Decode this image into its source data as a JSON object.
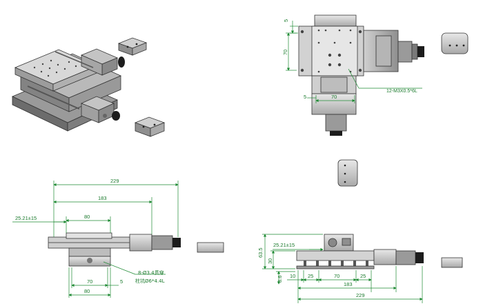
{
  "top_view": {
    "dim_left_5": "5",
    "dim_left_70": "70",
    "dim_bottom_5": "5",
    "dim_bottom_70": "70",
    "callout": "12-M3X0.5*6L"
  },
  "front_view": {
    "dim_229": "229",
    "dim_183": "183",
    "dim_80_top": "80",
    "dim_offset": "25.21±15",
    "dim_70": "70",
    "dim_5": "5",
    "dim_80_bottom": "80",
    "note_line1": "8-Ø3.4贯穿",
    "note_line2": "柱坑Ø6*4.4L"
  },
  "side_view": {
    "dim_offset": "25.21±15",
    "dim_63_5": "63.5",
    "dim_30": "30",
    "dim_8_6": "8.6",
    "dim_10": "10",
    "dim_25_left": "25",
    "dim_70": "70",
    "dim_25_right": "25",
    "dim_183": "183",
    "dim_229": "229"
  }
}
